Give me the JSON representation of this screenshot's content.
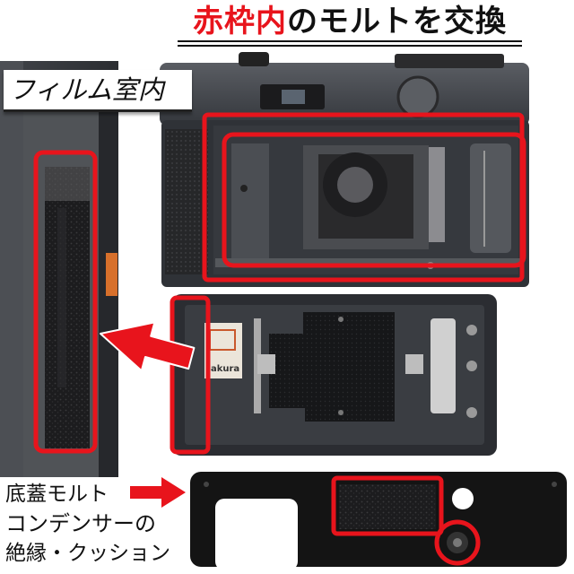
{
  "title": {
    "highlight": "赤枠内",
    "rest": "のモルトを交換"
  },
  "labels": {
    "film_chamber": "フィルム室内",
    "bottom_cover": "底蓋モルト",
    "condenser_line1": "コンデンサーの",
    "condenser_line2": "絶縁・クッション"
  },
  "sticker": {
    "text": "sakura"
  },
  "colors": {
    "highlight": "#e8141c",
    "camera_body": "#2f3237",
    "foam": "#1c1c1e",
    "background": "#ffffff"
  }
}
